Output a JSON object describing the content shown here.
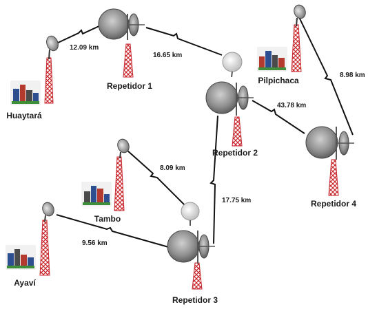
{
  "colors": {
    "link": "#111111",
    "tower_red": "#c8262c",
    "dish_light": "#dcdcdc",
    "dish_mid": "#9a9a9a",
    "dish_dark": "#5a5a5a",
    "building_blue": "#2e4f8f",
    "building_red": "#b23a2e",
    "tree_green": "#3f8f3a"
  },
  "nodes": {
    "huaytara": {
      "label": "Huaytará"
    },
    "repetidor1": {
      "label": "Repetidor 1"
    },
    "pilpichaca": {
      "label": "Pilpichaca"
    },
    "repetidor2": {
      "label": "Repetidor 2"
    },
    "repetidor4": {
      "label": "Repetidor 4"
    },
    "tambo": {
      "label": "Tambo"
    },
    "ayavi": {
      "label": "Ayaví"
    },
    "repetidor3": {
      "label": "Repetidor 3"
    }
  },
  "links": {
    "huaytara_r1": {
      "distance": "12.09 km"
    },
    "r1_r2": {
      "distance": "16.65 km"
    },
    "pilpichaca_r4": {
      "distance": "8.98 km"
    },
    "r2_r4": {
      "distance": "43.78 km"
    },
    "tambo_r3": {
      "distance": "8.09 km"
    },
    "r2_r3": {
      "distance": "17.75 km"
    },
    "ayavi_r3": {
      "distance": "9.56 km"
    }
  }
}
